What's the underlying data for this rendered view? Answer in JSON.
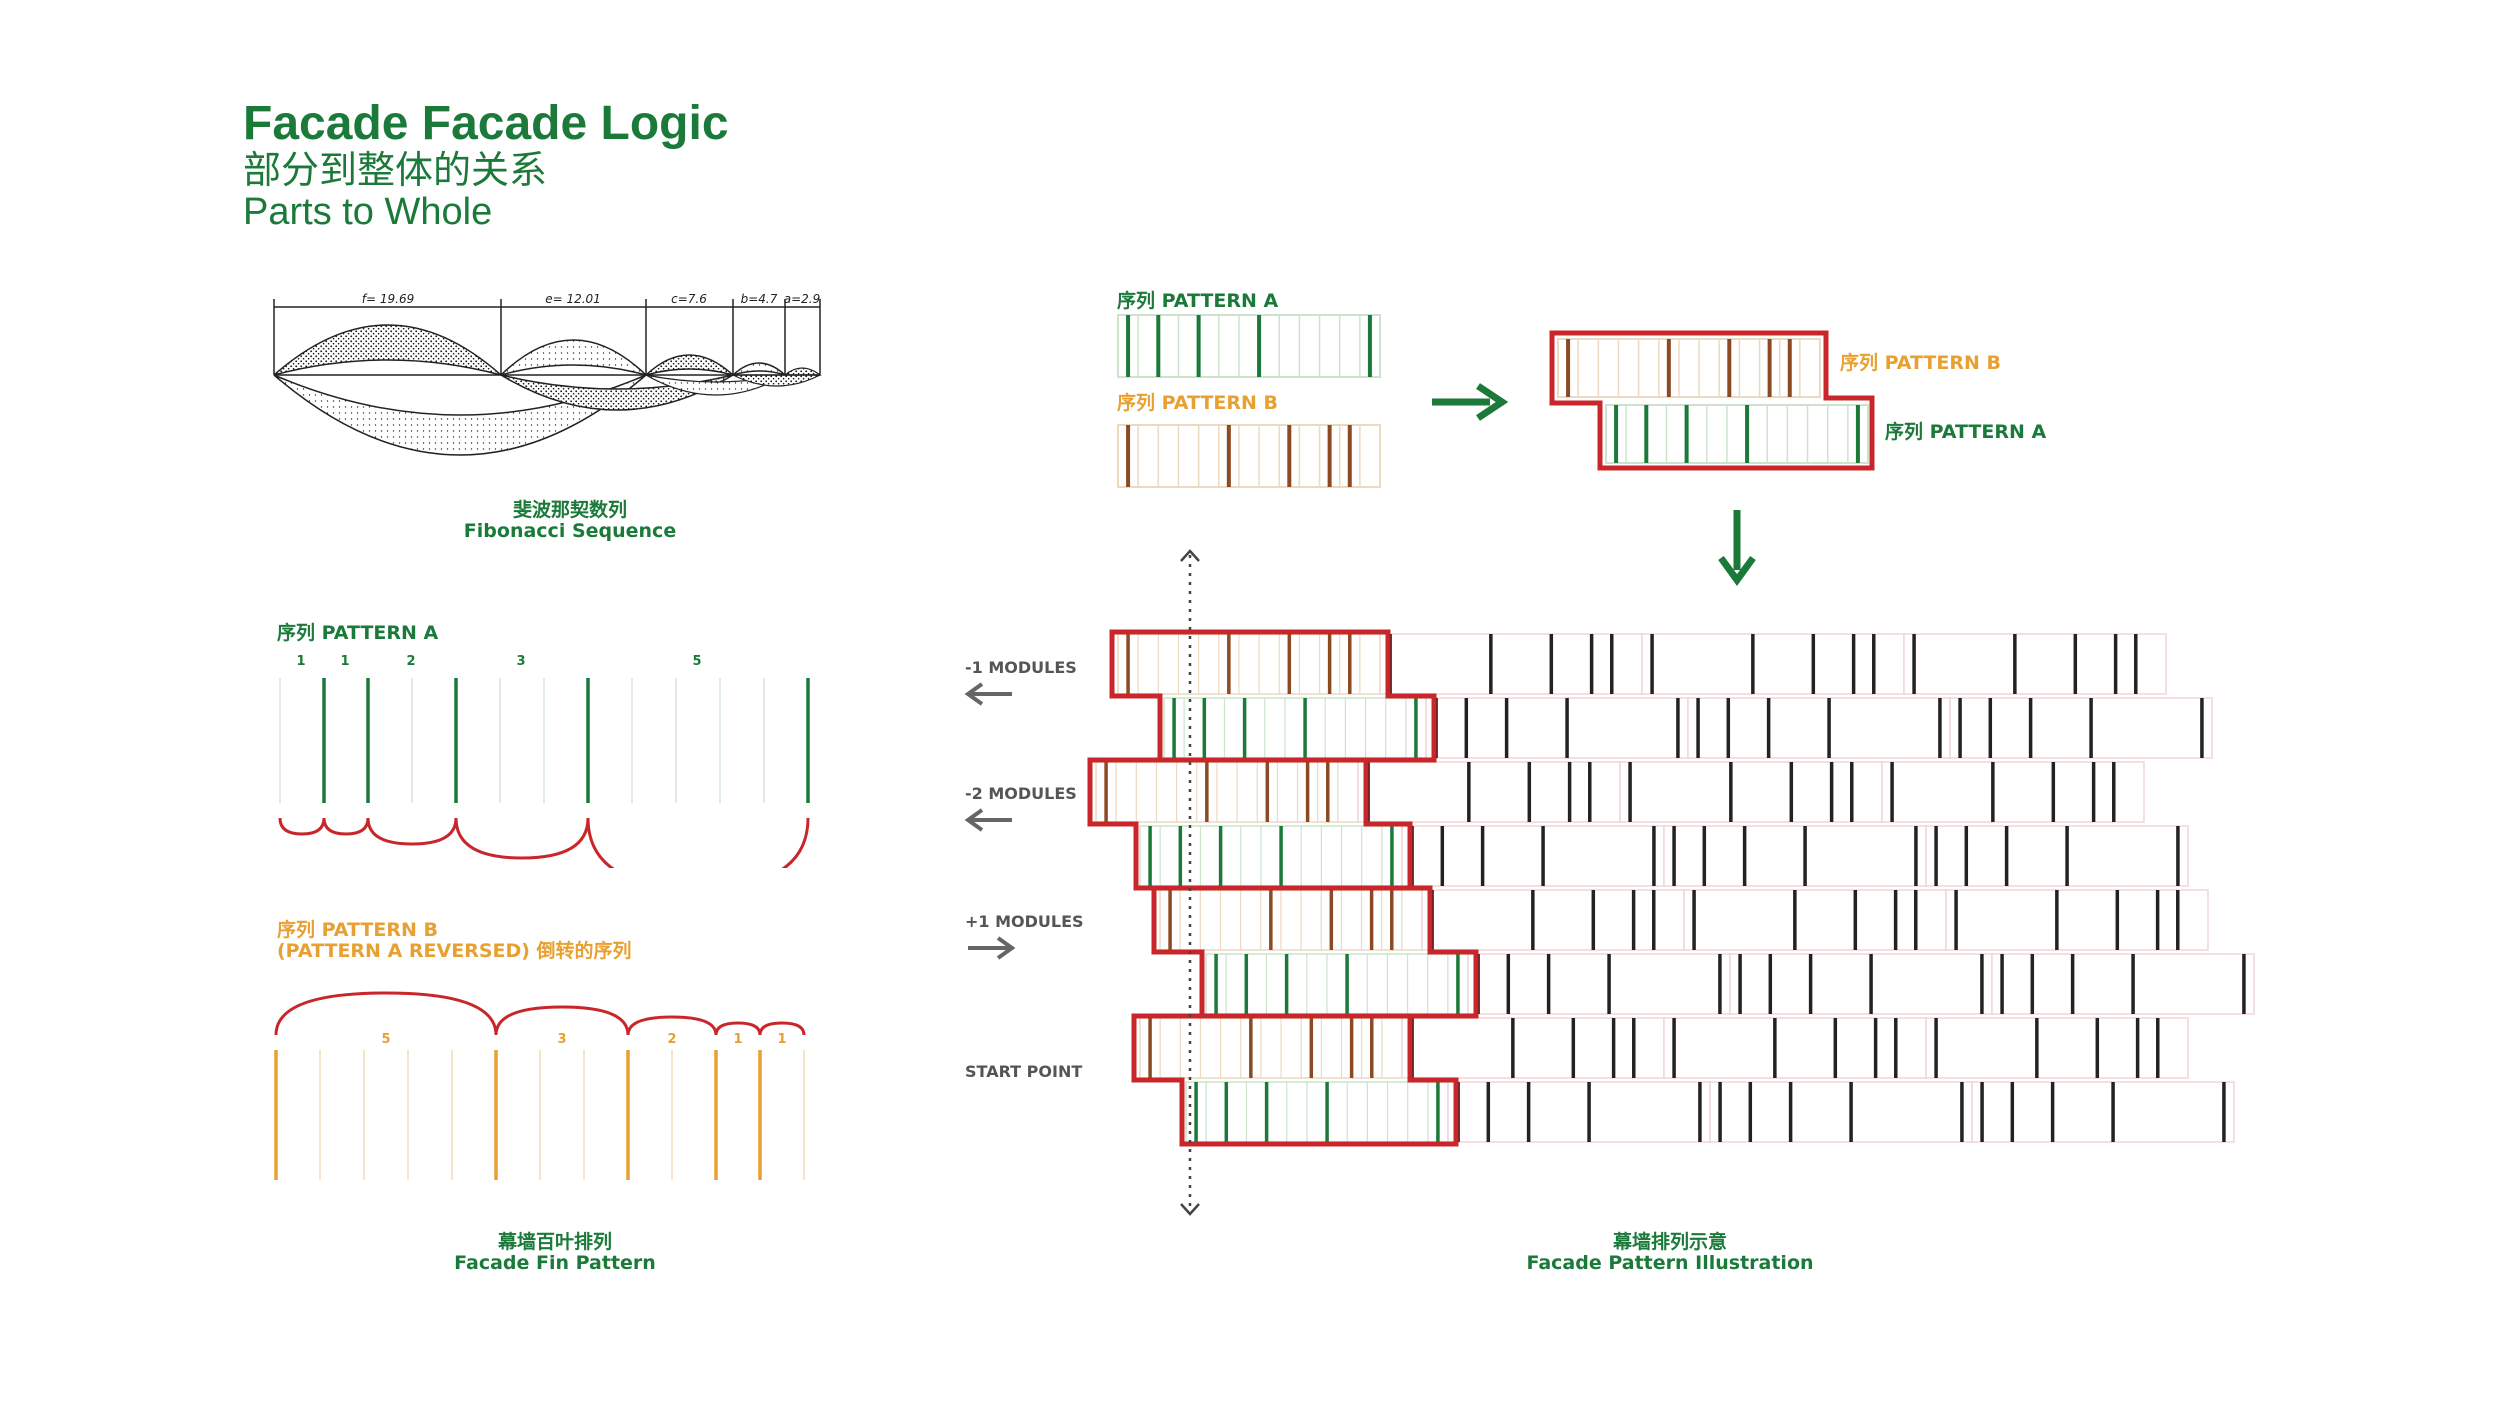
{
  "header": {
    "title": "Facade Facade Logic",
    "subtitle_cn": "部分到整体的关系",
    "subtitle_en": "Parts to Whole"
  },
  "fibonacci": {
    "measures": [
      "f= 19.69",
      "e= 12.01",
      "c=7.6",
      "b=4.7",
      "a=2.9"
    ],
    "caption_cn": "斐波那契数列",
    "caption_en": "Fibonacci Sequence"
  },
  "fin_pattern": {
    "pattern_a_label": "序列 PATTERN A",
    "pattern_a_numbers": [
      "1",
      "1",
      "2",
      "3",
      "5"
    ],
    "pattern_b_label_1": "序列 PATTERN B",
    "pattern_b_label_2": "(PATTERN A REVERSED) 倒转的序列",
    "pattern_b_numbers": [
      "5",
      "3",
      "2",
      "1",
      "1"
    ],
    "caption_cn": "幕墙百叶排列",
    "caption_en": "Facade Fin Pattern"
  },
  "illustration": {
    "pattern_a_label": "序列 PATTERN A",
    "pattern_b_label": "序列 PATTERN B",
    "combined_b_label": "序列 PATTERN B",
    "combined_a_label": "序列 PATTERN A",
    "modules": [
      "-1 MODULES",
      "-2 MODULES",
      "+1 MODULES",
      "START POINT"
    ],
    "caption_cn": "幕墙排列示意",
    "caption_en": "Facade Pattern Illustration"
  },
  "colors": {
    "green": "#1b7a3a",
    "orange": "#e8a030",
    "brown": "#8b4a22",
    "red": "#c8262a",
    "dark": "#222222"
  }
}
